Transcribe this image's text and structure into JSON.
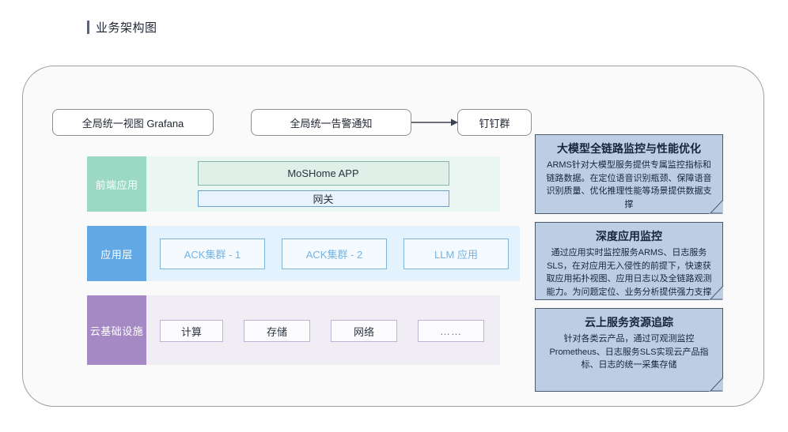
{
  "page": {
    "title": "业务架构图"
  },
  "top_row": {
    "grafana_box": "全局统一视图 Grafana",
    "alert_box": "全局统一告警通知",
    "dingtalk_box": "钉钉群",
    "arrow_icon": "arrow-right-icon"
  },
  "layers": [
    {
      "label": "前端应用",
      "label_color": "#9bd9c4",
      "panel_color": "#eaf6f1",
      "items": [
        {
          "text": "MoSHome APP"
        },
        {
          "text": "网关"
        }
      ]
    },
    {
      "label": "应用层",
      "label_color": "#62a8e4",
      "panel_color": "#e3f2fd",
      "items": [
        {
          "text": "ACK集群 - 1"
        },
        {
          "text": "ACK集群 - 2"
        },
        {
          "text": "LLM 应用"
        }
      ]
    },
    {
      "label": "云基础设施",
      "label_color": "#a489c4",
      "panel_color": "#f1edf5",
      "items": [
        {
          "text": "计算"
        },
        {
          "text": "存储"
        },
        {
          "text": "网络"
        },
        {
          "text": "……"
        }
      ]
    }
  ],
  "callouts": [
    {
      "title": "大模型全链路监控与性能优化",
      "body": "ARMS针对大模型服务提供专属监控指标和链路数据。在定位语音识别瓶颈、保障语音识别质量、优化推理性能等场景提供数据支撑",
      "fill": "#bdcde4",
      "border": "#4c5a70"
    },
    {
      "title": "深度应用监控",
      "body": "通过应用实时监控服务ARMS、日志服务SLS，在对应用无入侵性的前提下，快速获取应用拓扑视图、应用日志以及全链路观测能力。为问题定位、业务分析提供强力支撑",
      "fill": "#bdcde4",
      "border": "#4c5a70"
    },
    {
      "title": "云上服务资源追踪",
      "body": "针对各类云产品，通过可观测监控Prometheus、日志服务SLS实现云产品指标、日志的统一采集存储",
      "fill": "#bdcde4",
      "border": "#4c5a70"
    }
  ]
}
